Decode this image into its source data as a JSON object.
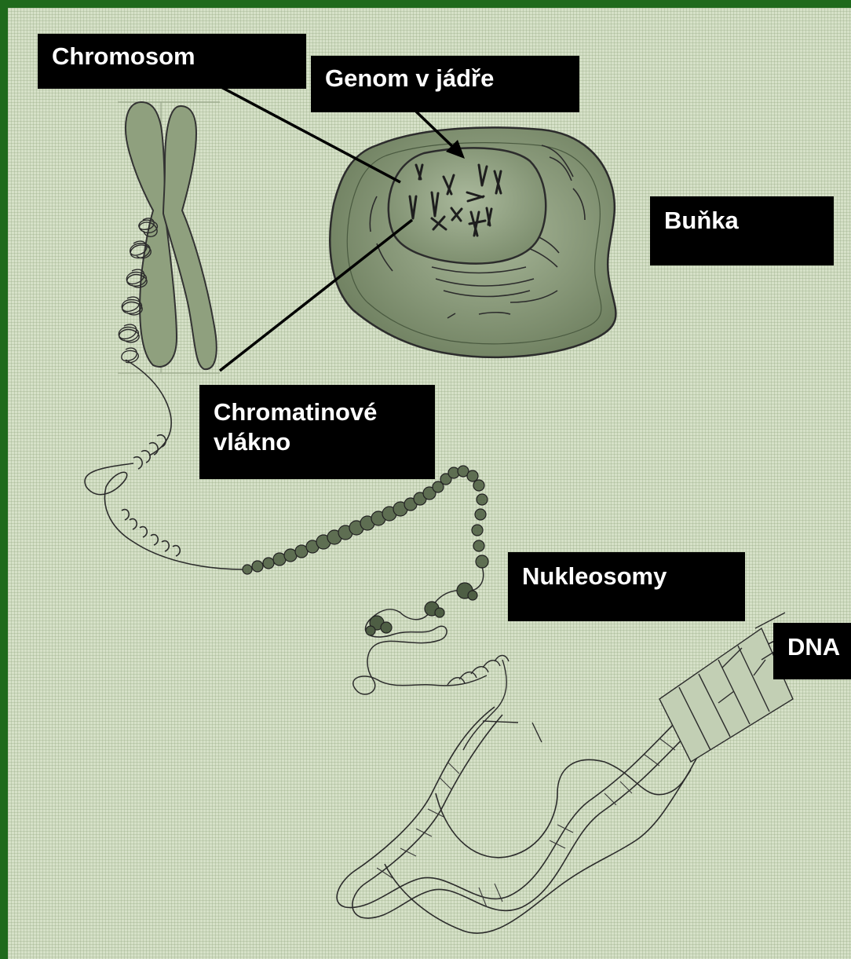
{
  "diagram": {
    "labels": {
      "chromosome": "Chromosom",
      "genome_in_nucleus": "Genom v jádře",
      "cell": "Buňka",
      "chromatin_fiber": "Chromatinové vlákno",
      "nucleosomes": "Nukleosomy",
      "dna": "DNA"
    }
  },
  "colors": {
    "frame": "#1f6a1c",
    "background": "#d6e1c8",
    "drawing_fill": "#8fa07e",
    "label_background": "#000000",
    "label_text": "#ffffff"
  }
}
